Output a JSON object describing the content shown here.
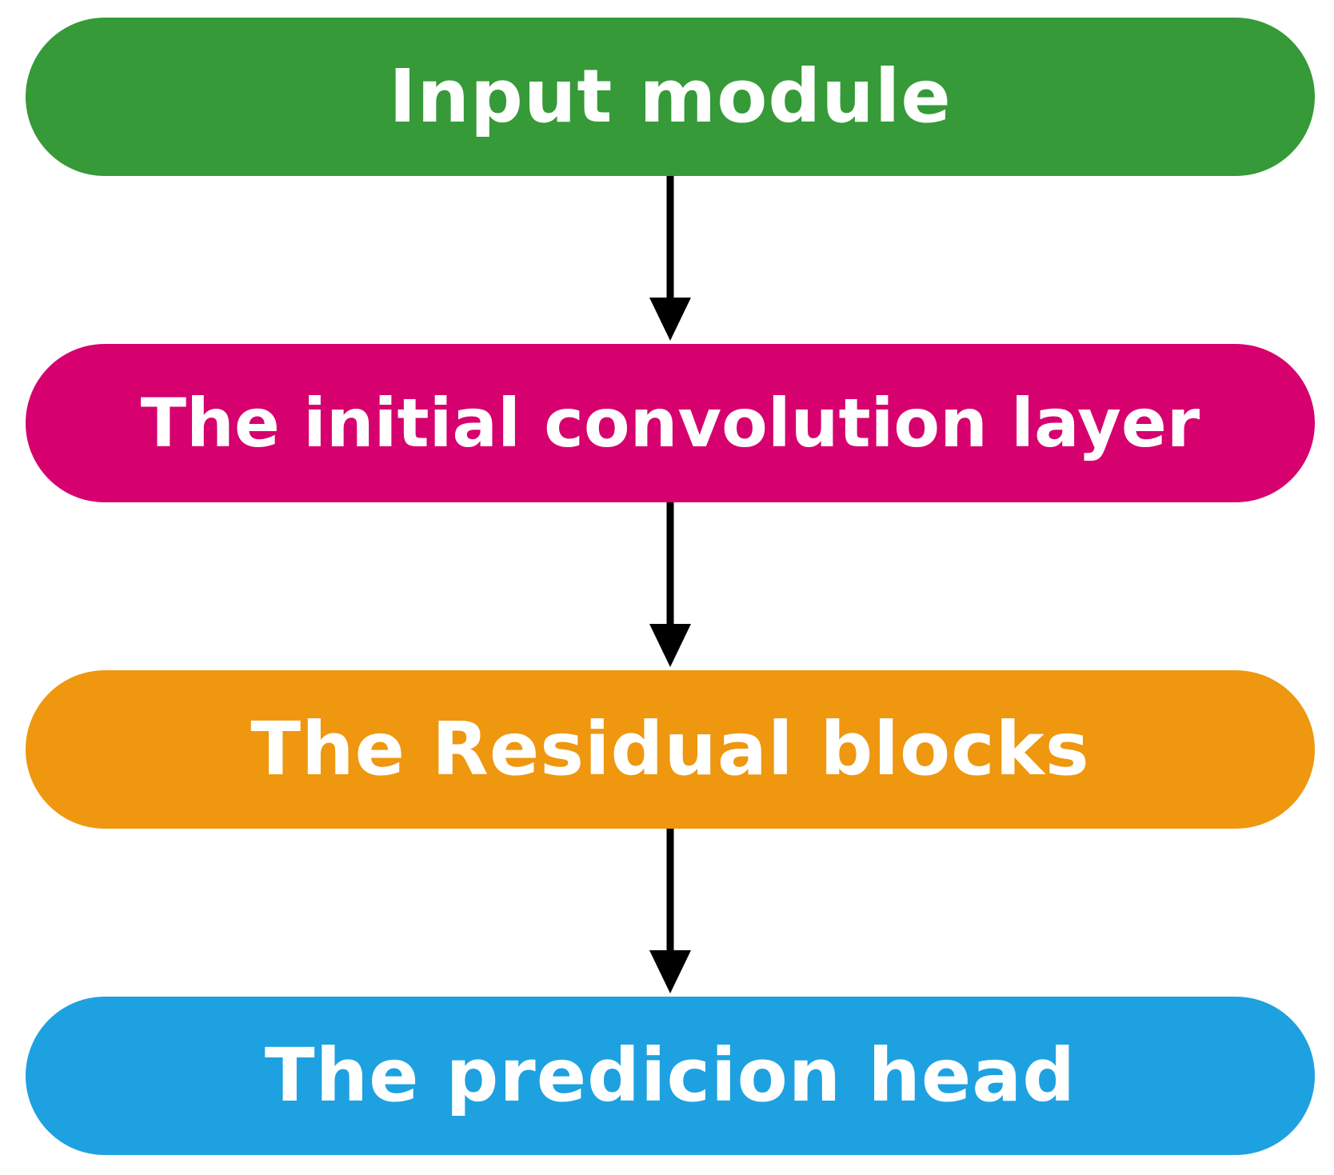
{
  "flowchart": {
    "nodes": [
      {
        "label": "Input module",
        "color": "#359a37"
      },
      {
        "label": "The initial convolution layer",
        "color": "#d6006e"
      },
      {
        "label": "The Residual blocks",
        "color": "#ee970f"
      },
      {
        "label": "The predicion head",
        "color": "#1ea1e0"
      }
    ],
    "edges": [
      {
        "from": 0,
        "to": 1
      },
      {
        "from": 1,
        "to": 2
      },
      {
        "from": 2,
        "to": 3
      }
    ],
    "arrow_color": "#000000"
  }
}
